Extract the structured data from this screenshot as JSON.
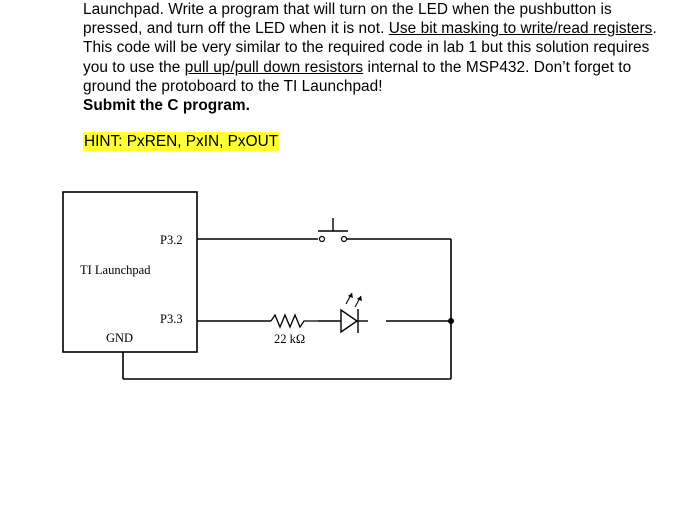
{
  "problem": {
    "line1": "Launchpad. Write a program that will turn on the LED when the pushbutton is",
    "line2": "pressed, and turn off the LED when it is not. ",
    "line2_link": "Use bit masking to write/read registers",
    "line2_end": ".",
    "line3": "This code will be very similar to the required code in lab 1 but this solution requires",
    "line4_start": "you to use the ",
    "line4_link": "pull up/pull down resistors",
    "line4_end": " internal to the MSP432. Don’t forget to",
    "line5": "ground the protoboard to the TI Launchpad!",
    "submit": "Submit the C program."
  },
  "hint": {
    "text": "HINT: PxREN, PxIN, PxOUT",
    "highlight_color": "#ffff33"
  },
  "diagram": {
    "board_label": "TI Launchpad",
    "pin_button": "P3.2",
    "pin_led": "P3.3",
    "pin_gnd": "GND",
    "resistor_label": "22 kΩ",
    "components": [
      "pushbutton-switch",
      "resistor",
      "led"
    ]
  }
}
